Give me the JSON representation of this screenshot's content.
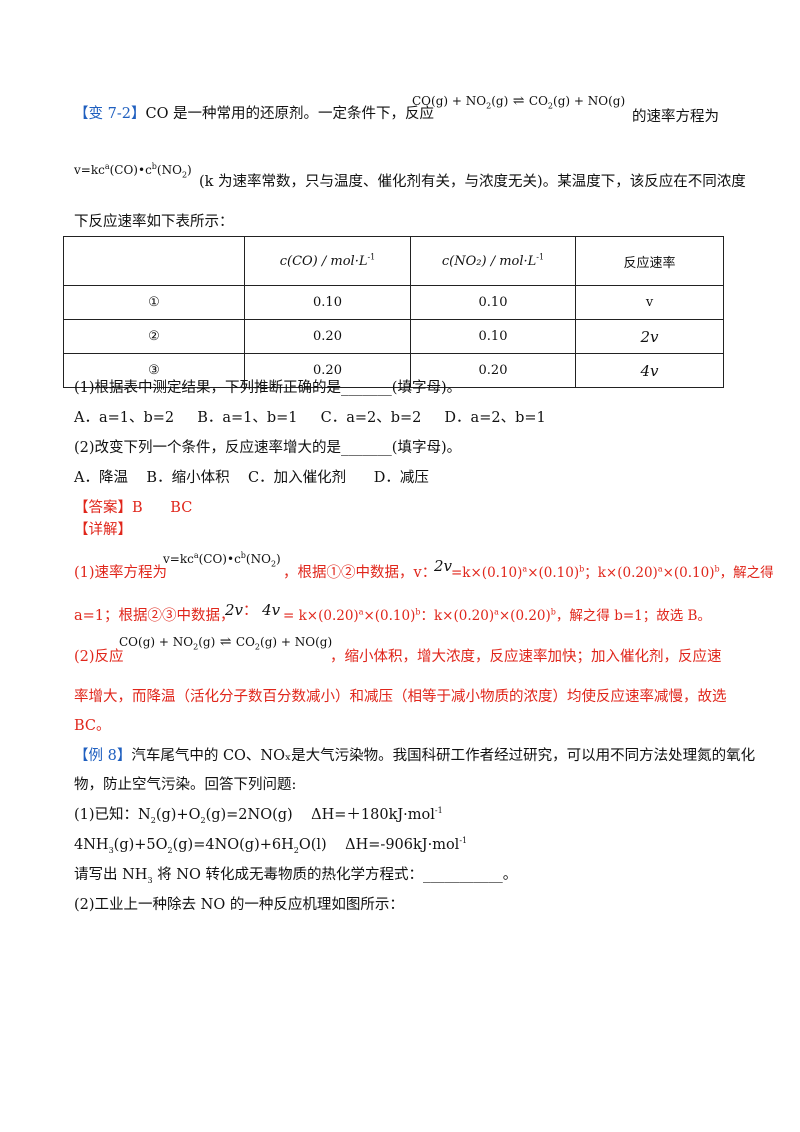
{
  "q1": {
    "tag": "【变 7-2】",
    "intro": "CO 是一种常用的还原剂。一定条件下，反应",
    "reaction": {
      "lhs_a": "CO(g)",
      "plus1": " + NO",
      "lhs_b_sub": "2",
      "lhs_b_end": "(g)",
      "arrow": " ⇌ ",
      "rhs_a": "CO",
      "rhs_a_sub": "2",
      "rhs_a_end": "(g)",
      "plus2": " + NO(g)"
    },
    "tail1": "的速率方程为",
    "rate_eq": {
      "v": "v=kc",
      "a": "a",
      "co": "(CO)•c",
      "b": "b",
      "no2_open": "(NO",
      "no2_sub": "2",
      "no2_close": ")"
    },
    "rate_desc": "(k 为速率常数，只与温度、催化剂有关，与浓度无关)。某温度下，该反应在不同浓度",
    "line3": "下反应速率如下表所示：",
    "table": {
      "headers": [
        "",
        "c(CO) / mol·L",
        "c(NO₂) / mol·L",
        "反应速率"
      ],
      "header_sup": "-1",
      "rows": [
        [
          "①",
          "0.10",
          "0.10",
          "v"
        ],
        [
          "②",
          "0.20",
          "0.10",
          "2v"
        ],
        [
          "③",
          "0.20",
          "0.20",
          "4v"
        ]
      ]
    },
    "sub1": "(1)根据表中测定结果，下列推断正确的是_______(填字母)。",
    "opts1": [
      "A．a=1、b=2",
      "B．a=1、b=1",
      "C．a=2、b=2",
      "D．a=2、b=1"
    ],
    "sub2": "(2)改变下列一个条件，反应速率增大的是_______(填字母)。",
    "opts2": [
      "A．降温",
      "B．缩小体积",
      "C．加入催化剂",
      "D．减压"
    ],
    "answer_label": "【答案】",
    "answer_text": "B      BC",
    "detail_label": "【详解】",
    "d1_start": "(1)速率方程为",
    "d1_mid": "，根据①②中数据，v：",
    "d1_2v": "2v",
    "d1_expr1": "=k×(0.10)",
    "d1_expr2": "×(0.10)",
    "d1_expr3": "；k×(0.20)",
    "d1_expr4": "×(0.10)",
    "d1_end": "，解之得",
    "sup_a": "a",
    "sup_b": "b",
    "d2_start": "a=1；根据②③中数据，",
    "d2_2v": "2v",
    "d2_sep": "：",
    "d2_4v": "4v",
    "d2_expr1": "= k×(0.20)",
    "d2_expr2": "×(0.10)",
    "d2_expr3": "：k×(0.20)",
    "d2_expr4": "×(0.20)",
    "d2_end": "，解之得 b=1；故选 B。",
    "d3_start": "(2)反应",
    "d3_end": "，缩小体积，增大浓度，反应速率加快；加入催化剂，反应速",
    "d4": "率增大，而降温（活化分子数百分数减小）和减压（相等于减小物质的浓度）均使反应速率减慢，故选",
    "d5": "BC。"
  },
  "q2": {
    "tag": "【例 8】",
    "line1": "汽车尾气中的 CO、NOₓ是大气污染物。我国科研工作者经过研究，可以用不同方法处理氮的氧化",
    "line2": "物，防止空气污染。回答下列问题:",
    "eq1_start": "(1)已知：N",
    "eq1_mid": "(g)+O",
    "eq1_end": "(g)=2NO(g)    ΔH=＋180kJ·mol",
    "eq2_start": "4NH",
    "eq2_mid1": "(g)+5O",
    "eq2_mid2": "(g)=4NO(g)+6H",
    "eq2_end": "O(l)    ΔH=-906kJ·mol",
    "sub_2": "2",
    "sub_3": "3",
    "sup_m1": "-1",
    "ask1_start": "请写出 NH",
    "ask1_end": " 将 NO 转化成无毒物质的热化学方程式：___________。",
    "ask2": "(2)工业上一种除去 NO 的一种反应机理如图所示："
  }
}
